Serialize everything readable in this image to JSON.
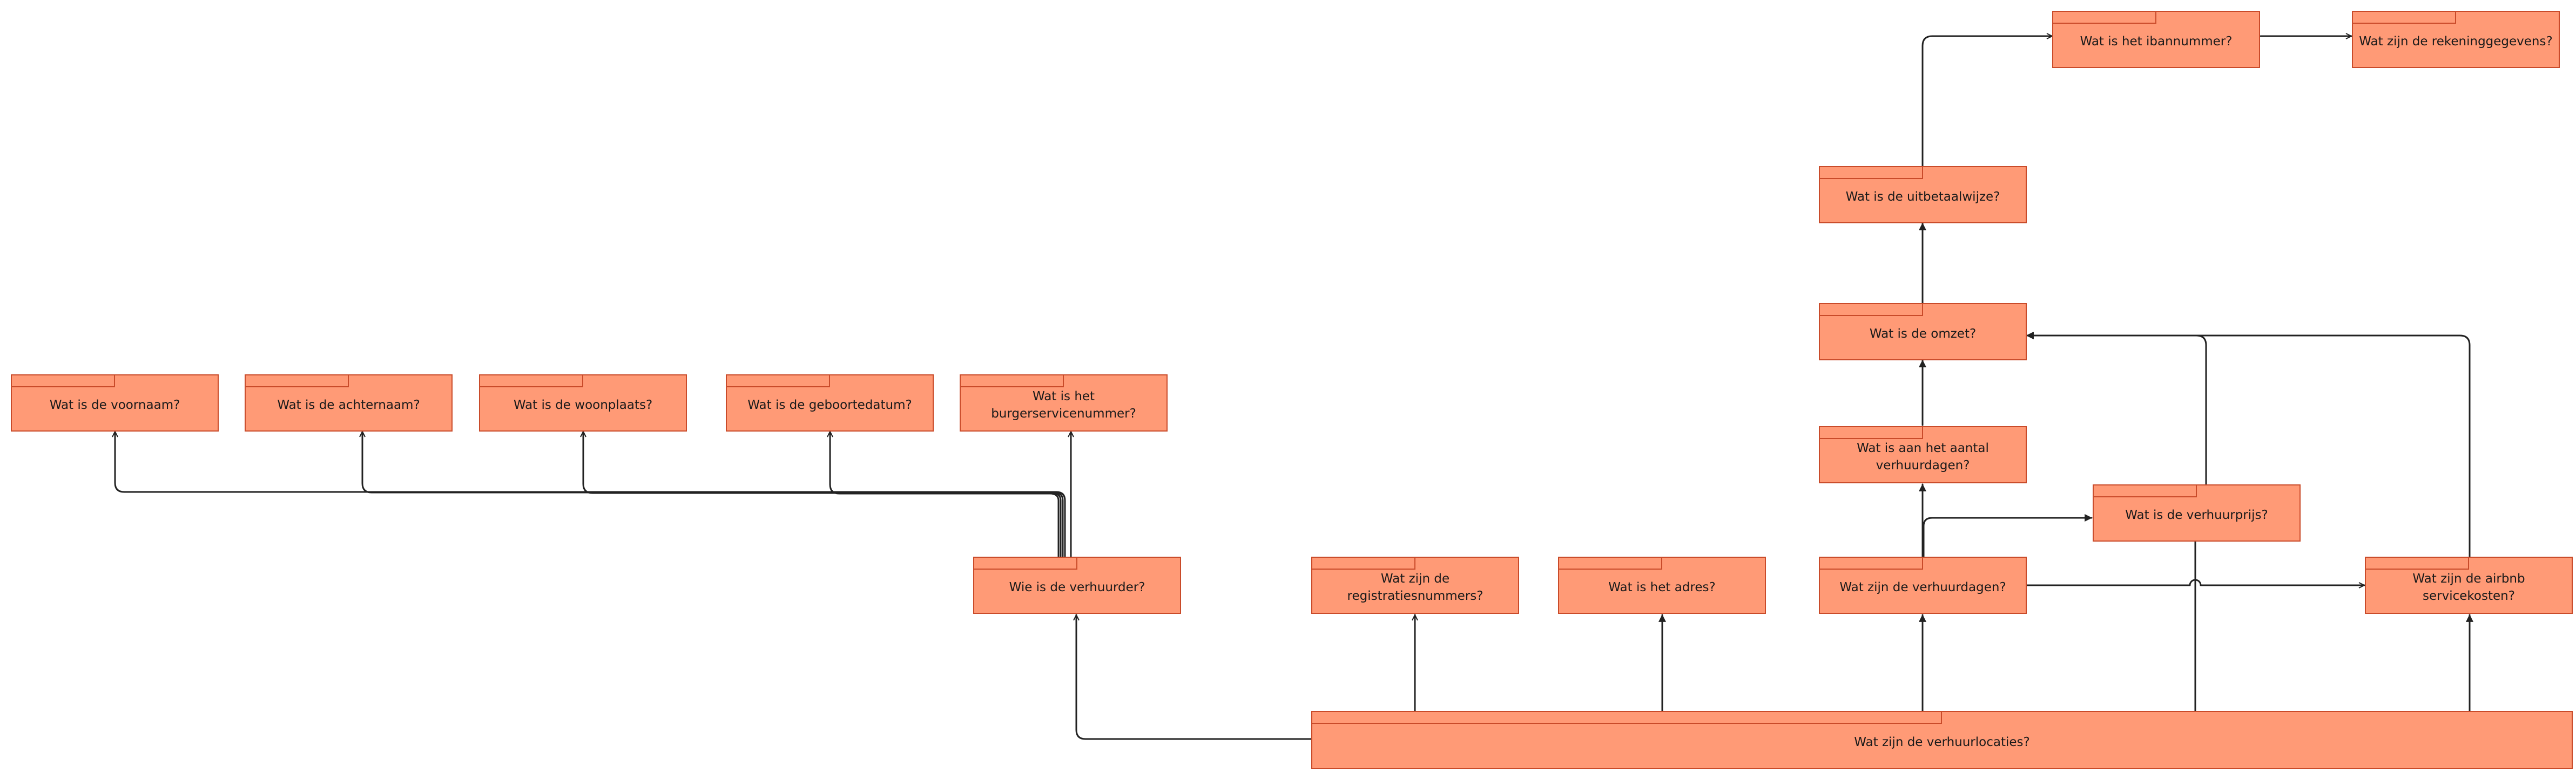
{
  "colors": {
    "fill": "#FF9A76",
    "stroke": "#C94B2A",
    "edge": "#222222"
  },
  "nodes": [
    {
      "id": "voornaam",
      "label": "Wat is de voornaam?"
    },
    {
      "id": "achternaam",
      "label": "Wat is de achternaam?"
    },
    {
      "id": "woonplaats",
      "label": "Wat is de woonplaats?"
    },
    {
      "id": "geboortedatum",
      "label": "Wat is de geboortedatum?"
    },
    {
      "id": "bsn",
      "label": "Wat is het burgerservicenummer?"
    },
    {
      "id": "verhuurder",
      "label": "Wie is de verhuurder?"
    },
    {
      "id": "registratie",
      "label": "Wat zijn de registratiesnummers?"
    },
    {
      "id": "adres",
      "label": "Wat is het adres?"
    },
    {
      "id": "verhuurdagen",
      "label": "Wat zijn de verhuurdagen?"
    },
    {
      "id": "airbnb",
      "label": "Wat zijn de airbnb servicekosten?"
    },
    {
      "id": "aantal",
      "label": "Wat is aan het aantal verhuurdagen?"
    },
    {
      "id": "prijs",
      "label": "Wat is de verhuurprijs?"
    },
    {
      "id": "omzet",
      "label": "Wat is de omzet?"
    },
    {
      "id": "uitbetaal",
      "label": "Wat is de uitbetaalwijze?"
    },
    {
      "id": "iban",
      "label": "Wat is het ibannummer?"
    },
    {
      "id": "rekening",
      "label": "Wat zijn de rekeninggegevens?"
    },
    {
      "id": "locaties",
      "label": "Wat zijn de verhuurlocaties?"
    }
  ]
}
